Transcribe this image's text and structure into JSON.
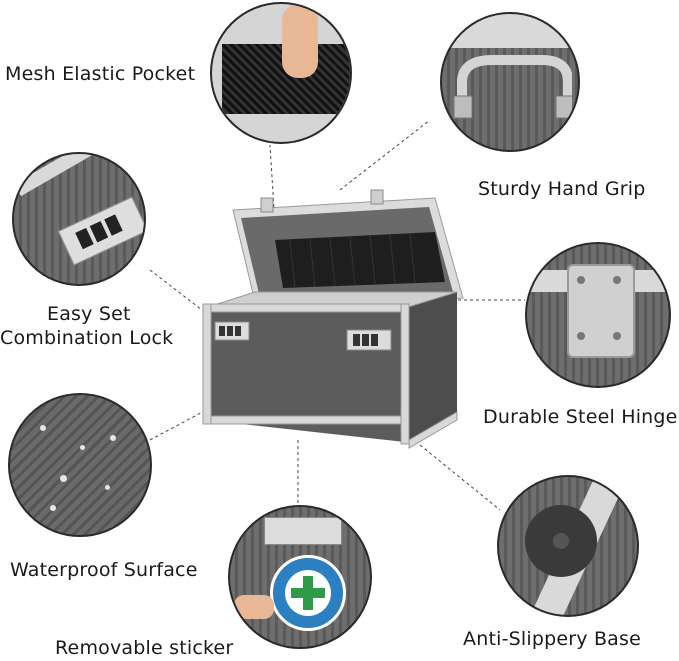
{
  "features": {
    "mesh_pocket": "Mesh Elastic Pocket",
    "hand_grip": "Sturdy Hand Grip",
    "lock_line1": "Easy Set",
    "lock_line2": "Combination Lock",
    "steel_hinge": "Durable Steel Hinge",
    "waterproof": "Waterproof Surface",
    "sticker": "Removable sticker",
    "base": "Anti-Slippery Base"
  },
  "colors": {
    "case_body": "#5f5f5f",
    "aluminum_trim": "#d8d8d8",
    "sticker_green": "#2f9a4a",
    "sticker_blue": "#2c7fc0"
  }
}
